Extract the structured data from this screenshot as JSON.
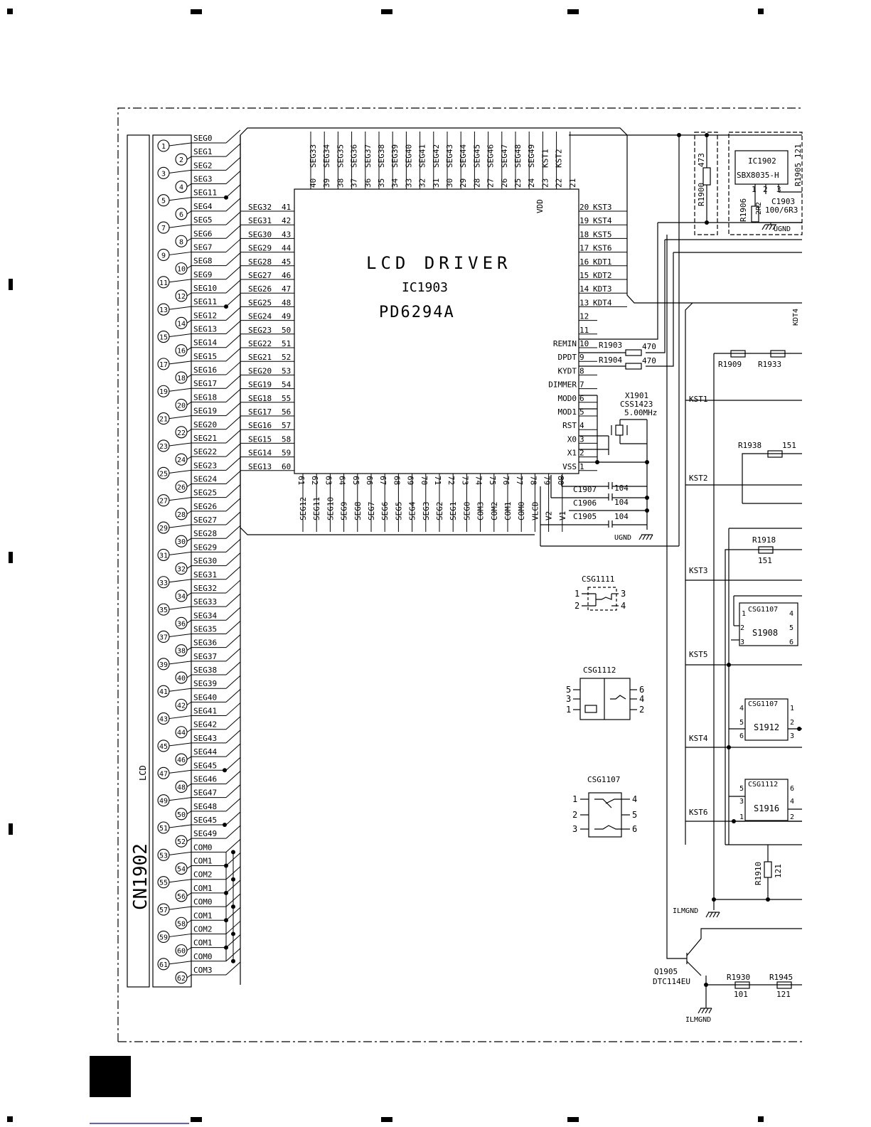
{
  "connector": {
    "ref": "CN1902",
    "label": "LCD",
    "pins": [
      "SEG0",
      "SEG1",
      "SEG2",
      "SEG3",
      "SEG11",
      "SEG4",
      "SEG5",
      "SEG6",
      "SEG7",
      "SEG8",
      "SEG9",
      "SEG10",
      "SEG11",
      "SEG12",
      "SEG13",
      "SEG14",
      "SEG15",
      "SEG16",
      "SEG17",
      "SEG18",
      "SEG19",
      "SEG20",
      "SEG21",
      "SEG22",
      "SEG23",
      "SEG24",
      "SEG25",
      "SEG26",
      "SEG27",
      "SEG28",
      "SEG29",
      "SEG30",
      "SEG31",
      "SEG32",
      "SEG33",
      "SEG34",
      "SEG35",
      "SEG36",
      "SEG37",
      "SEG38",
      "SEG39",
      "SEG40",
      "SEG41",
      "SEG42",
      "SEG43",
      "SEG44",
      "SEG45",
      "SEG46",
      "SEG47",
      "SEG48",
      "SEG45",
      "SEG49",
      "COM0",
      "COM1",
      "COM2",
      "COM1",
      "COM0",
      "COM1",
      "COM2",
      "COM1",
      "COM0",
      "COM3"
    ]
  },
  "ic1903": {
    "title": "LCD DRIVER",
    "ref": "IC1903",
    "part": "PD6294A",
    "vdd": "VDD",
    "top_pins": [
      {
        "name": "SEG33",
        "num": "40"
      },
      {
        "name": "SEG34",
        "num": "39"
      },
      {
        "name": "SEG35",
        "num": "38"
      },
      {
        "name": "SEG36",
        "num": "37"
      },
      {
        "name": "SEG37",
        "num": "36"
      },
      {
        "name": "SEG38",
        "num": "35"
      },
      {
        "name": "SEG39",
        "num": "34"
      },
      {
        "name": "SEG40",
        "num": "33"
      },
      {
        "name": "SEG41",
        "num": "32"
      },
      {
        "name": "SEG42",
        "num": "31"
      },
      {
        "name": "SEG43",
        "num": "30"
      },
      {
        "name": "SEG44",
        "num": "29"
      },
      {
        "name": "SEG45",
        "num": "28"
      },
      {
        "name": "SEG46",
        "num": "27"
      },
      {
        "name": "SEG47",
        "num": "26"
      },
      {
        "name": "SEG48",
        "num": "25"
      },
      {
        "name": "SEG49",
        "num": "24"
      },
      {
        "name": "KST1",
        "num": "23"
      },
      {
        "name": "KST2",
        "num": "22"
      },
      {
        "name": "",
        "num": "21"
      }
    ],
    "left_pins": [
      {
        "name": "SEG32",
        "num": "41"
      },
      {
        "name": "SEG31",
        "num": "42"
      },
      {
        "name": "SEG30",
        "num": "43"
      },
      {
        "name": "SEG29",
        "num": "44"
      },
      {
        "name": "SEG28",
        "num": "45"
      },
      {
        "name": "SEG27",
        "num": "46"
      },
      {
        "name": "SEG26",
        "num": "47"
      },
      {
        "name": "SEG25",
        "num": "48"
      },
      {
        "name": "SEG24",
        "num": "49"
      },
      {
        "name": "SEG23",
        "num": "50"
      },
      {
        "name": "SEG22",
        "num": "51"
      },
      {
        "name": "SEG21",
        "num": "52"
      },
      {
        "name": "SEG20",
        "num": "53"
      },
      {
        "name": "SEG19",
        "num": "54"
      },
      {
        "name": "SEG18",
        "num": "55"
      },
      {
        "name": "SEG17",
        "num": "56"
      },
      {
        "name": "SEG16",
        "num": "57"
      },
      {
        "name": "SEG15",
        "num": "58"
      },
      {
        "name": "SEG14",
        "num": "59"
      },
      {
        "name": "SEG13",
        "num": "60"
      }
    ],
    "right_pins": [
      {
        "name": "KST3",
        "num": "20"
      },
      {
        "name": "KST4",
        "num": "19"
      },
      {
        "name": "KST5",
        "num": "18"
      },
      {
        "name": "KST6",
        "num": "17"
      },
      {
        "name": "KDT1",
        "num": "16"
      },
      {
        "name": "KDT2",
        "num": "15"
      },
      {
        "name": "KDT3",
        "num": "14"
      },
      {
        "name": "KDT4",
        "num": "13"
      },
      {
        "name": "",
        "num": "12"
      },
      {
        "name": "",
        "num": "11"
      },
      {
        "name": "REMIN",
        "num": "10"
      },
      {
        "name": "DPDT",
        "num": "9"
      },
      {
        "name": "KYDT",
        "num": "8"
      },
      {
        "name": "DIMMER",
        "num": "7"
      },
      {
        "name": "MOD0",
        "num": "6"
      },
      {
        "name": "MOD1",
        "num": "5"
      },
      {
        "name": "RST",
        "num": "4"
      },
      {
        "name": "X0",
        "num": "3"
      },
      {
        "name": "X1",
        "num": "2"
      },
      {
        "name": "VSS",
        "num": "1"
      }
    ],
    "bottom_pins": [
      {
        "name": "SEG12",
        "num": "61"
      },
      {
        "name": "SEG11",
        "num": "62"
      },
      {
        "name": "SEG10",
        "num": "63"
      },
      {
        "name": "SEG9",
        "num": "64"
      },
      {
        "name": "SEG8",
        "num": "65"
      },
      {
        "name": "SEG7",
        "num": "66"
      },
      {
        "name": "SEG6",
        "num": "67"
      },
      {
        "name": "SEG5",
        "num": "68"
      },
      {
        "name": "SEG4",
        "num": "69"
      },
      {
        "name": "SEG3",
        "num": "70"
      },
      {
        "name": "SEG2",
        "num": "71"
      },
      {
        "name": "SEG1",
        "num": "72"
      },
      {
        "name": "SEG0",
        "num": "73"
      },
      {
        "name": "COM3",
        "num": "74"
      },
      {
        "name": "COM2",
        "num": "75"
      },
      {
        "name": "COM1",
        "num": "76"
      },
      {
        "name": "COM0",
        "num": "77"
      },
      {
        "name": "VLCD",
        "num": "78"
      },
      {
        "name": "V2",
        "num": "79"
      },
      {
        "name": "V1",
        "num": "80"
      }
    ]
  },
  "parts": {
    "r1900": {
      "ref": "R1900",
      "value": "473"
    },
    "ic1902": {
      "ref": "IC1902",
      "part": "SBX8035-H",
      "pins": [
        "1",
        "2",
        "3"
      ]
    },
    "r1905": {
      "ref": "R1905",
      "value": "121"
    },
    "r1906": {
      "ref": "R1906",
      "value": "2R2"
    },
    "c1903": {
      "ref": "C1903",
      "value": "100/6R3"
    },
    "ugnd": "UGND",
    "r1903": {
      "ref": "R1903",
      "value": "470"
    },
    "r1904": {
      "ref": "R1904",
      "value": "470"
    },
    "x1901": {
      "ref": "X1901",
      "part": "CSS1423",
      "freq": "5.00MHz"
    },
    "c1907": {
      "ref": "C1907",
      "value": "104"
    },
    "c1906": {
      "ref": "C1906",
      "value": "104"
    },
    "c1905": {
      "ref": "C1905",
      "value": "104"
    },
    "r1909": "R1909",
    "r1933": "R1933",
    "r1938": {
      "ref": "R1938",
      "value": "151"
    },
    "r1918": {
      "ref": "R1918",
      "value": "151"
    },
    "r1910": {
      "ref": "R1910",
      "value": "121"
    },
    "r1930": {
      "ref": "R1930",
      "value": "101"
    },
    "r1945": {
      "ref": "R1945",
      "value": "121"
    },
    "q1905": {
      "ref": "Q1905",
      "part": "DTC114EU"
    },
    "ilmgnd": "ILMGND"
  },
  "key_lines": [
    "KST1",
    "KST2",
    "KST3",
    "KST5",
    "KST4",
    "KST6"
  ],
  "kdt4": "KDT4",
  "switches": {
    "s1908": {
      "type": "CSG1107",
      "ref": "S1908",
      "pins": [
        "1",
        "2",
        "3",
        "4",
        "5",
        "6"
      ]
    },
    "s1912": {
      "type": "CSG1107",
      "ref": "S1912",
      "pins": [
        "4",
        "5",
        "6",
        "1",
        "2",
        "3"
      ]
    },
    "s1916": {
      "type": "CSG1112",
      "ref": "S1916",
      "pins": [
        "5",
        "3",
        "1",
        "6",
        "4",
        "2"
      ]
    }
  },
  "legend": {
    "csg1111": {
      "title": "CSG1111",
      "pins": [
        "1",
        "2",
        "3",
        "4"
      ]
    },
    "csg1112": {
      "title": "CSG1112",
      "pins": [
        "5",
        "3",
        "1",
        "6",
        "4",
        "2"
      ]
    },
    "csg1107": {
      "title": "CSG1107",
      "pins": [
        "1",
        "2",
        "3",
        "4",
        "5",
        "6"
      ]
    }
  },
  "colors": {
    "ink": "#000000",
    "paper": "#ffffff"
  }
}
